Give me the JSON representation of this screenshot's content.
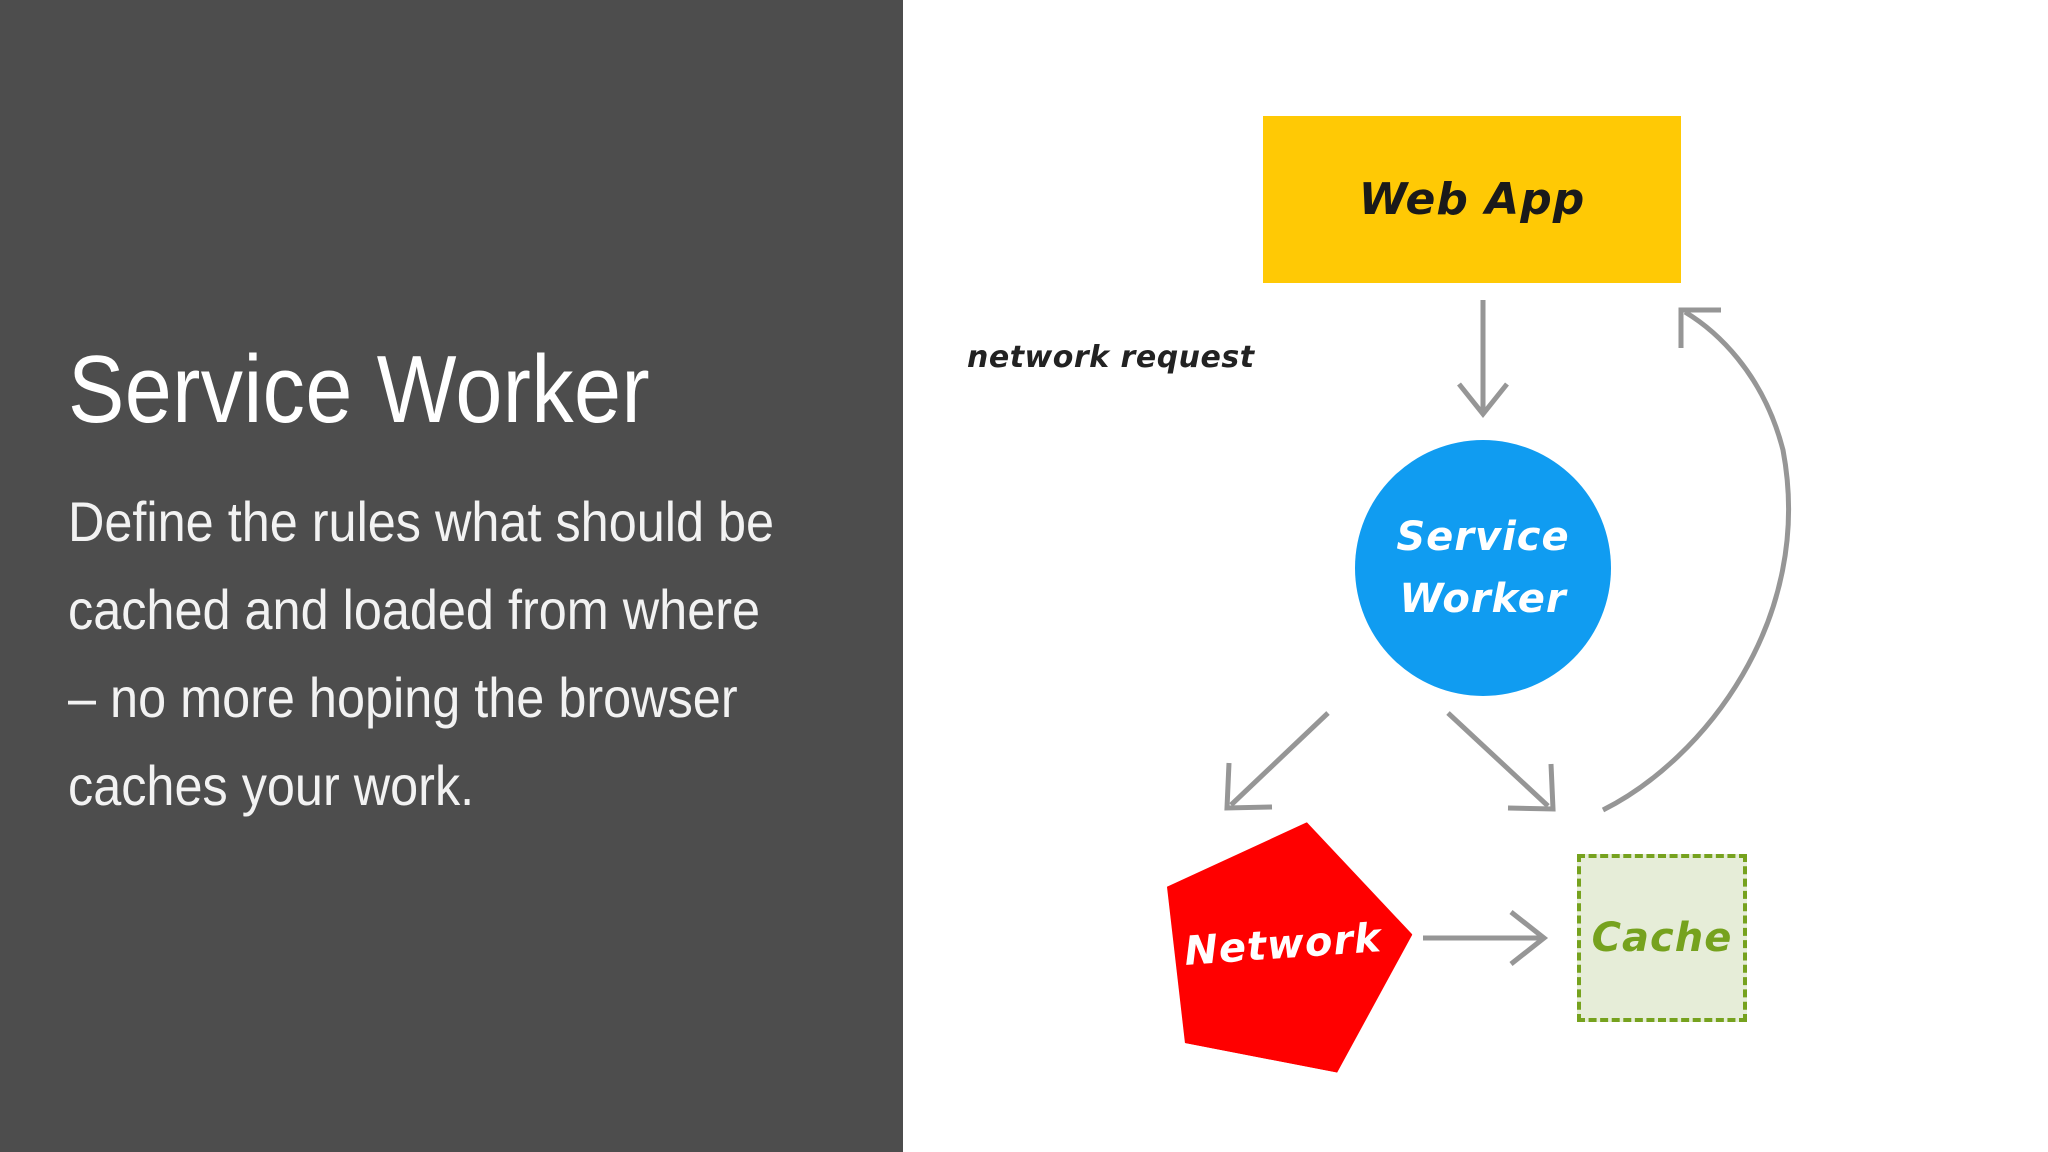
{
  "slide": {
    "title": "Service Worker",
    "body": "Define the rules what should be cached and loaded from where – no more hoping the browser caches your work.",
    "panel_bg": "#4d4d4d",
    "panel_text_color": "#ffffff"
  },
  "diagram": {
    "type": "flow-diagram",
    "nodes": [
      {
        "id": "web-app",
        "label": "Web App",
        "shape": "rectangle",
        "fill": "#FFC905",
        "text_color": "#1a1a1a"
      },
      {
        "id": "service-worker",
        "label_line1": "Service",
        "label_line2": "Worker",
        "shape": "circle",
        "fill": "#109CF1",
        "text_color": "#ffffff"
      },
      {
        "id": "network",
        "label": "Network",
        "shape": "pentagon",
        "fill": "#FF0000",
        "text_color": "#ffffff"
      },
      {
        "id": "cache",
        "label": "Cache",
        "shape": "dashed-rectangle",
        "fill": "#E6EDD8",
        "border_color": "#76A21E",
        "text_color": "#76A21E"
      }
    ],
    "edges": [
      {
        "id": "webapp-to-serviceworker",
        "from": "web-app",
        "to": "service-worker",
        "label": "network request",
        "style": "straight-down",
        "color": "#969696"
      },
      {
        "id": "serviceworker-to-network",
        "from": "service-worker",
        "to": "network",
        "label": "",
        "style": "diagonal-down-left",
        "color": "#969696"
      },
      {
        "id": "serviceworker-to-cache",
        "from": "service-worker",
        "to": "cache",
        "label": "",
        "style": "diagonal-down-right",
        "color": "#969696"
      },
      {
        "id": "network-to-cache",
        "from": "network",
        "to": "cache",
        "label": "",
        "style": "straight-right",
        "color": "#969696"
      },
      {
        "id": "cache-to-webapp",
        "from": "cache",
        "to": "web-app",
        "label": "",
        "style": "curved-up-return",
        "color": "#969696"
      }
    ]
  }
}
